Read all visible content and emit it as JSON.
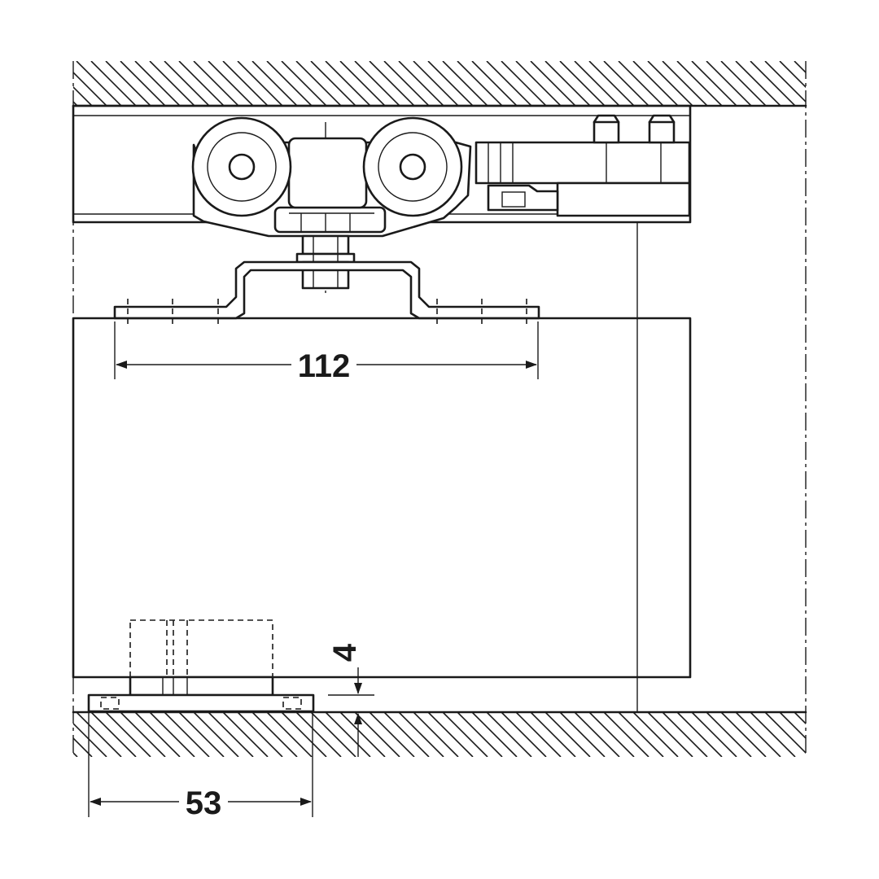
{
  "dimensions": {
    "plate_width": "112",
    "floor_guide_width": "53",
    "floor_gap": "4"
  }
}
